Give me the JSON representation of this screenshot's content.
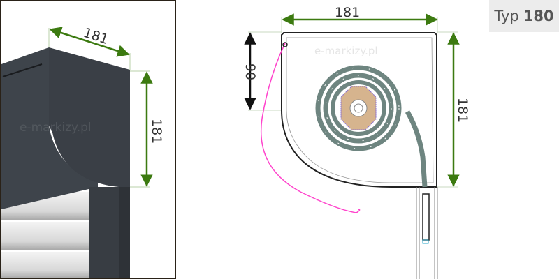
{
  "photo": {
    "watermark": "e-markizy.pl",
    "depth_label": "181",
    "height_label": "181"
  },
  "drawing": {
    "width_label": "181",
    "height_label": "181",
    "opening_label": "90",
    "watermark": "e-markizy.pl"
  },
  "badge": {
    "prefix": "Typ",
    "value": "180"
  },
  "colors": {
    "dimension": "#3c7a10",
    "cord": "#ff44cc",
    "slat": "#6e8580",
    "housing": "#3a3f45"
  }
}
